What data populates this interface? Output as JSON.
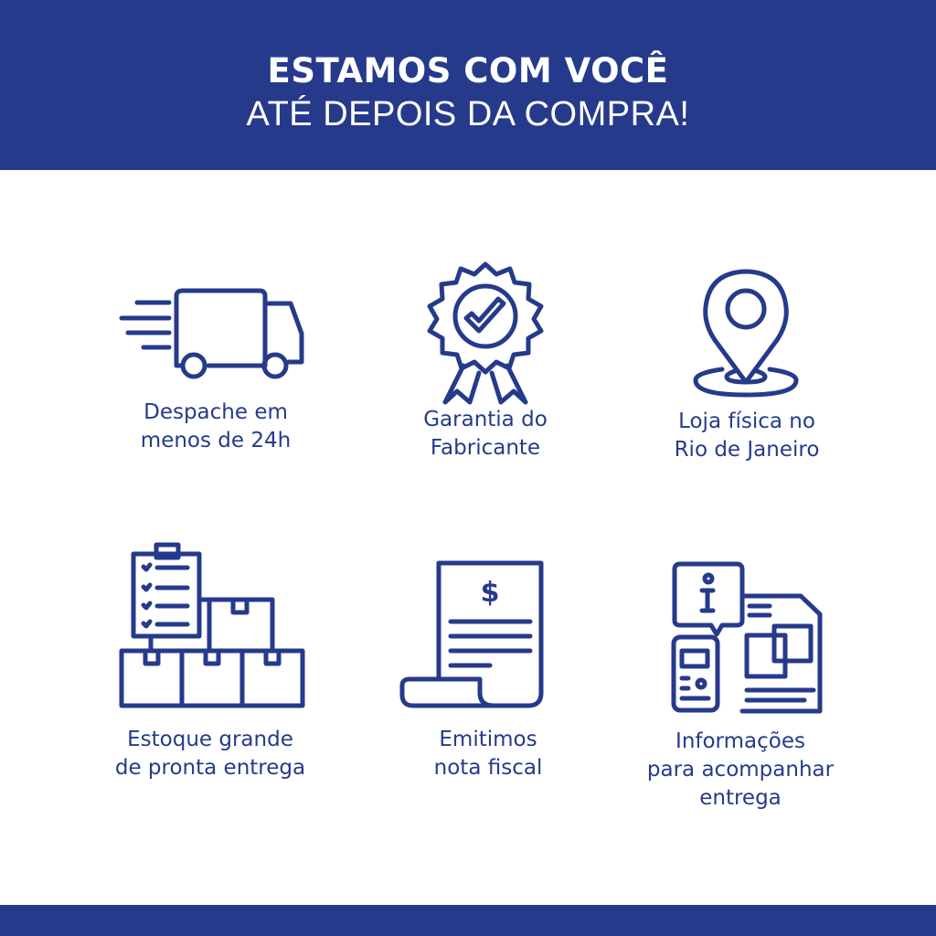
{
  "header": {
    "title_line1": "ESTAMOS COM VOCÊ",
    "title_line2": "ATÉ DEPOIS DA COMPRA!"
  },
  "features": [
    {
      "icon": "truck-icon",
      "lines": [
        "Despache em",
        "menos de 24h"
      ]
    },
    {
      "icon": "award-badge-icon",
      "lines": [
        "Garantia do",
        "Fabricante"
      ]
    },
    {
      "icon": "location-pin-icon",
      "lines": [
        "Loja física no",
        "Rio de Janeiro"
      ]
    },
    {
      "icon": "inventory-boxes-icon",
      "lines": [
        "Estoque grande",
        "de pronta entrega"
      ]
    },
    {
      "icon": "invoice-receipt-icon",
      "lines": [
        "Emitimos",
        "nota fiscal"
      ]
    },
    {
      "icon": "info-tracking-icon",
      "lines": [
        "Informações",
        "para acompanhar",
        "entrega"
      ]
    }
  ],
  "colors": {
    "brand": "#263a8c",
    "background": "#ffffff"
  }
}
